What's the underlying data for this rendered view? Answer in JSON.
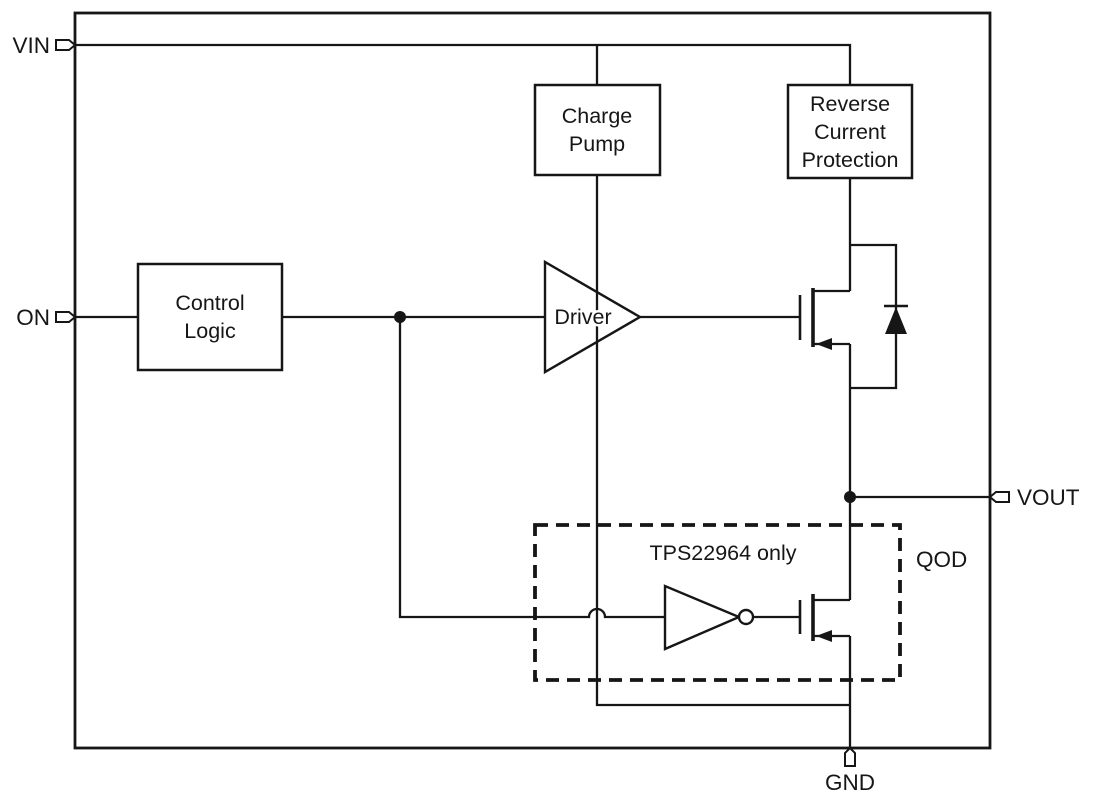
{
  "pins": {
    "vin": "VIN",
    "on": "ON",
    "vout": "VOUT",
    "gnd": "GND"
  },
  "blocks": {
    "control_logic": {
      "line1": "Control",
      "line2": "Logic"
    },
    "charge_pump": {
      "line1": "Charge",
      "line2": "Pump"
    },
    "reverse_current_protection": {
      "line1": "Reverse",
      "line2": "Current",
      "line3": "Protection"
    },
    "driver": {
      "label": "Driver"
    }
  },
  "qod": {
    "note": "TPS22964 only",
    "label": "QOD"
  },
  "colors": {
    "ink": "#161616",
    "background": "#ffffff"
  }
}
